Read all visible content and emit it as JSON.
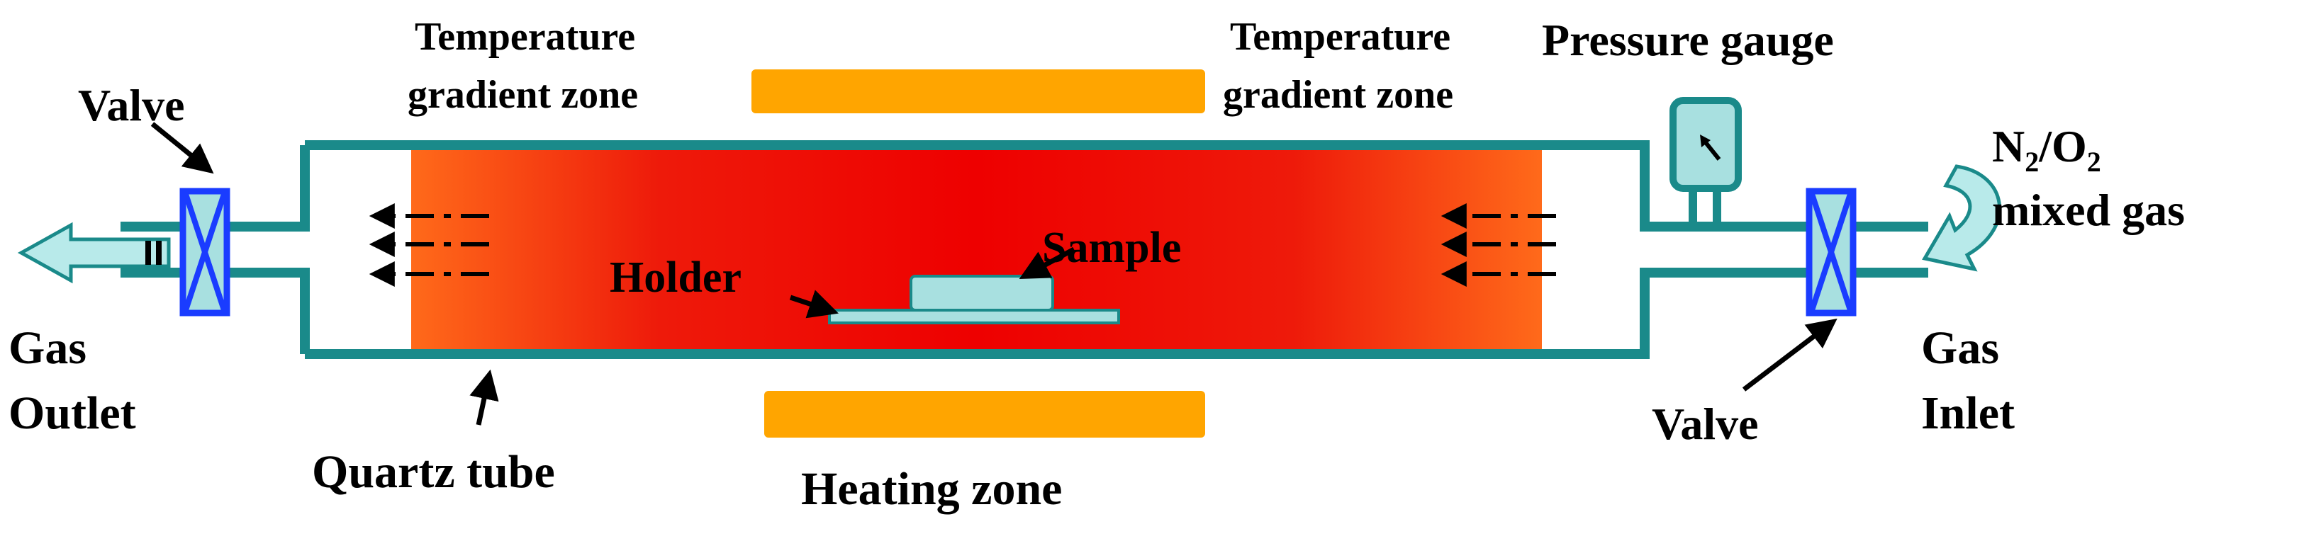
{
  "labels": {
    "valve_left": "Valve",
    "valve_right": "Valve",
    "temp_left_line1": "Temperature",
    "temp_left_line2": "gradient zone",
    "temp_right_line1": "Temperature",
    "temp_right_line2": "gradient zone",
    "pressure_gauge": "Pressure gauge",
    "gas_mix_n": "N",
    "gas_mix_sub1": "2",
    "gas_mix_mid": "/O",
    "gas_mix_sub2": "2",
    "gas_mix_line2": "mixed gas",
    "gas_outlet_line1": "Gas",
    "gas_outlet_line2": "Outlet",
    "gas_inlet_line1": "Gas",
    "gas_inlet_line2": "Inlet",
    "sample": "Sample",
    "holder": "Holder",
    "quartz_tube": "Quartz tube",
    "heating_zone": "Heating zone"
  },
  "colors": {
    "tube_outline": "#1a8a8a",
    "heater_bar": "#ffa500",
    "hot_center": "#ee0000",
    "hot_edge": "#ff6a1a",
    "valve_blue": "#1a3cff",
    "valve_fill": "#a8e0e0",
    "sample_fill": "#a8e0e0",
    "arrow_fill": "#b8eaea"
  }
}
